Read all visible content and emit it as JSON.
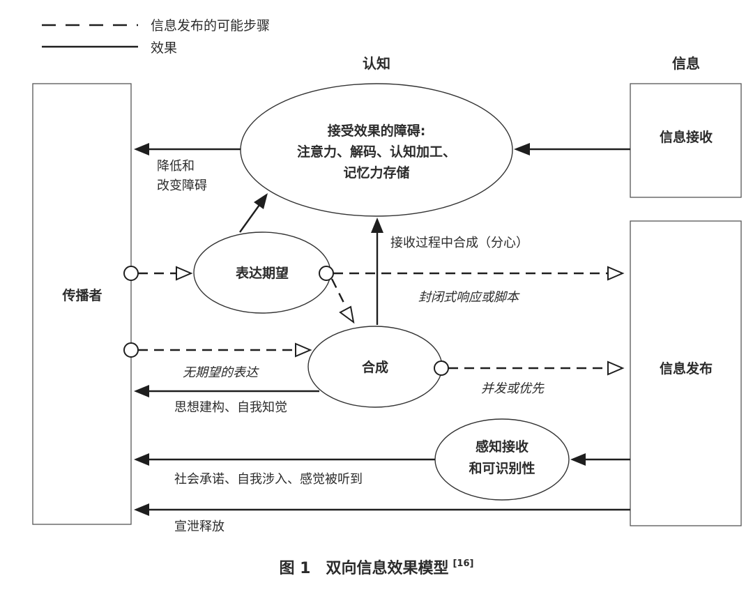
{
  "legend": {
    "dashed_label": "信息发布的可能步骤",
    "solid_label": "效果"
  },
  "headers": {
    "cognition": "认知",
    "information": "信息"
  },
  "nodes": {
    "communicator": "传播者",
    "barriers": [
      "接受效果的障碍:",
      "注意力、解码、认知加工、",
      "记忆力存储"
    ],
    "info_receive": "信息接收",
    "info_publish": "信息发布",
    "expectation": "表达期望",
    "synthesis": "合成",
    "perceived": [
      "感知接收",
      "和可识别性"
    ]
  },
  "edges": {
    "reduce_change": [
      "降低和",
      "改变障碍"
    ],
    "synthesis_in_receive": "接收过程中合成（分心）",
    "closed_response": "封闭式响应或脚本",
    "no_expectation": "无期望的表达",
    "concurrent": "并发或优先",
    "self_construct": "思想建构、自我知觉",
    "social_commit": "社会承诺、自我涉入、感觉被听到",
    "release": "宣泄释放"
  },
  "caption": {
    "text": "图 1　双向信息效果模型",
    "ref": "[16]"
  }
}
